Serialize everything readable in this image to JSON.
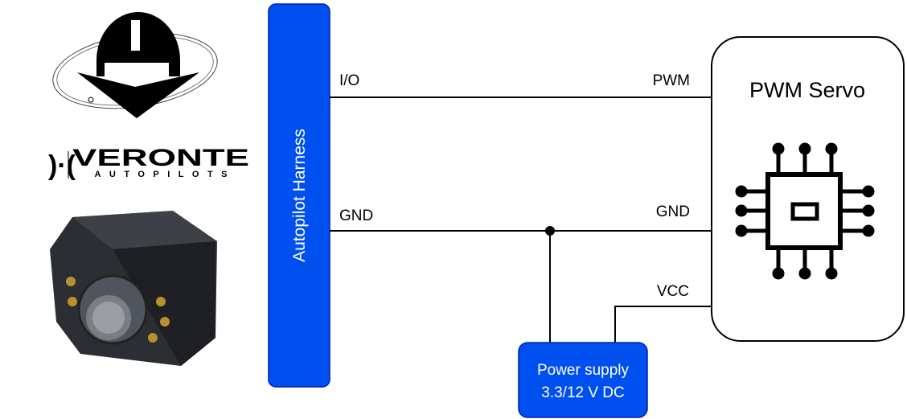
{
  "logo": {
    "brand": "VERONTE",
    "sub": "AUTOPILOTS"
  },
  "harness": {
    "label": "Autopilot Harness"
  },
  "wires": {
    "io_left": "I/O",
    "pwm_right": "PWM",
    "gnd_left": "GND",
    "gnd_right": "GND",
    "vcc_right": "VCC"
  },
  "servo": {
    "title": "PWM Servo"
  },
  "power_supply": {
    "line1": "Power supply",
    "line2": "3.3/12 V DC"
  },
  "colors": {
    "blue_fill": "#0050EF",
    "blue_stroke": "#001DBC",
    "line": "#000000"
  }
}
